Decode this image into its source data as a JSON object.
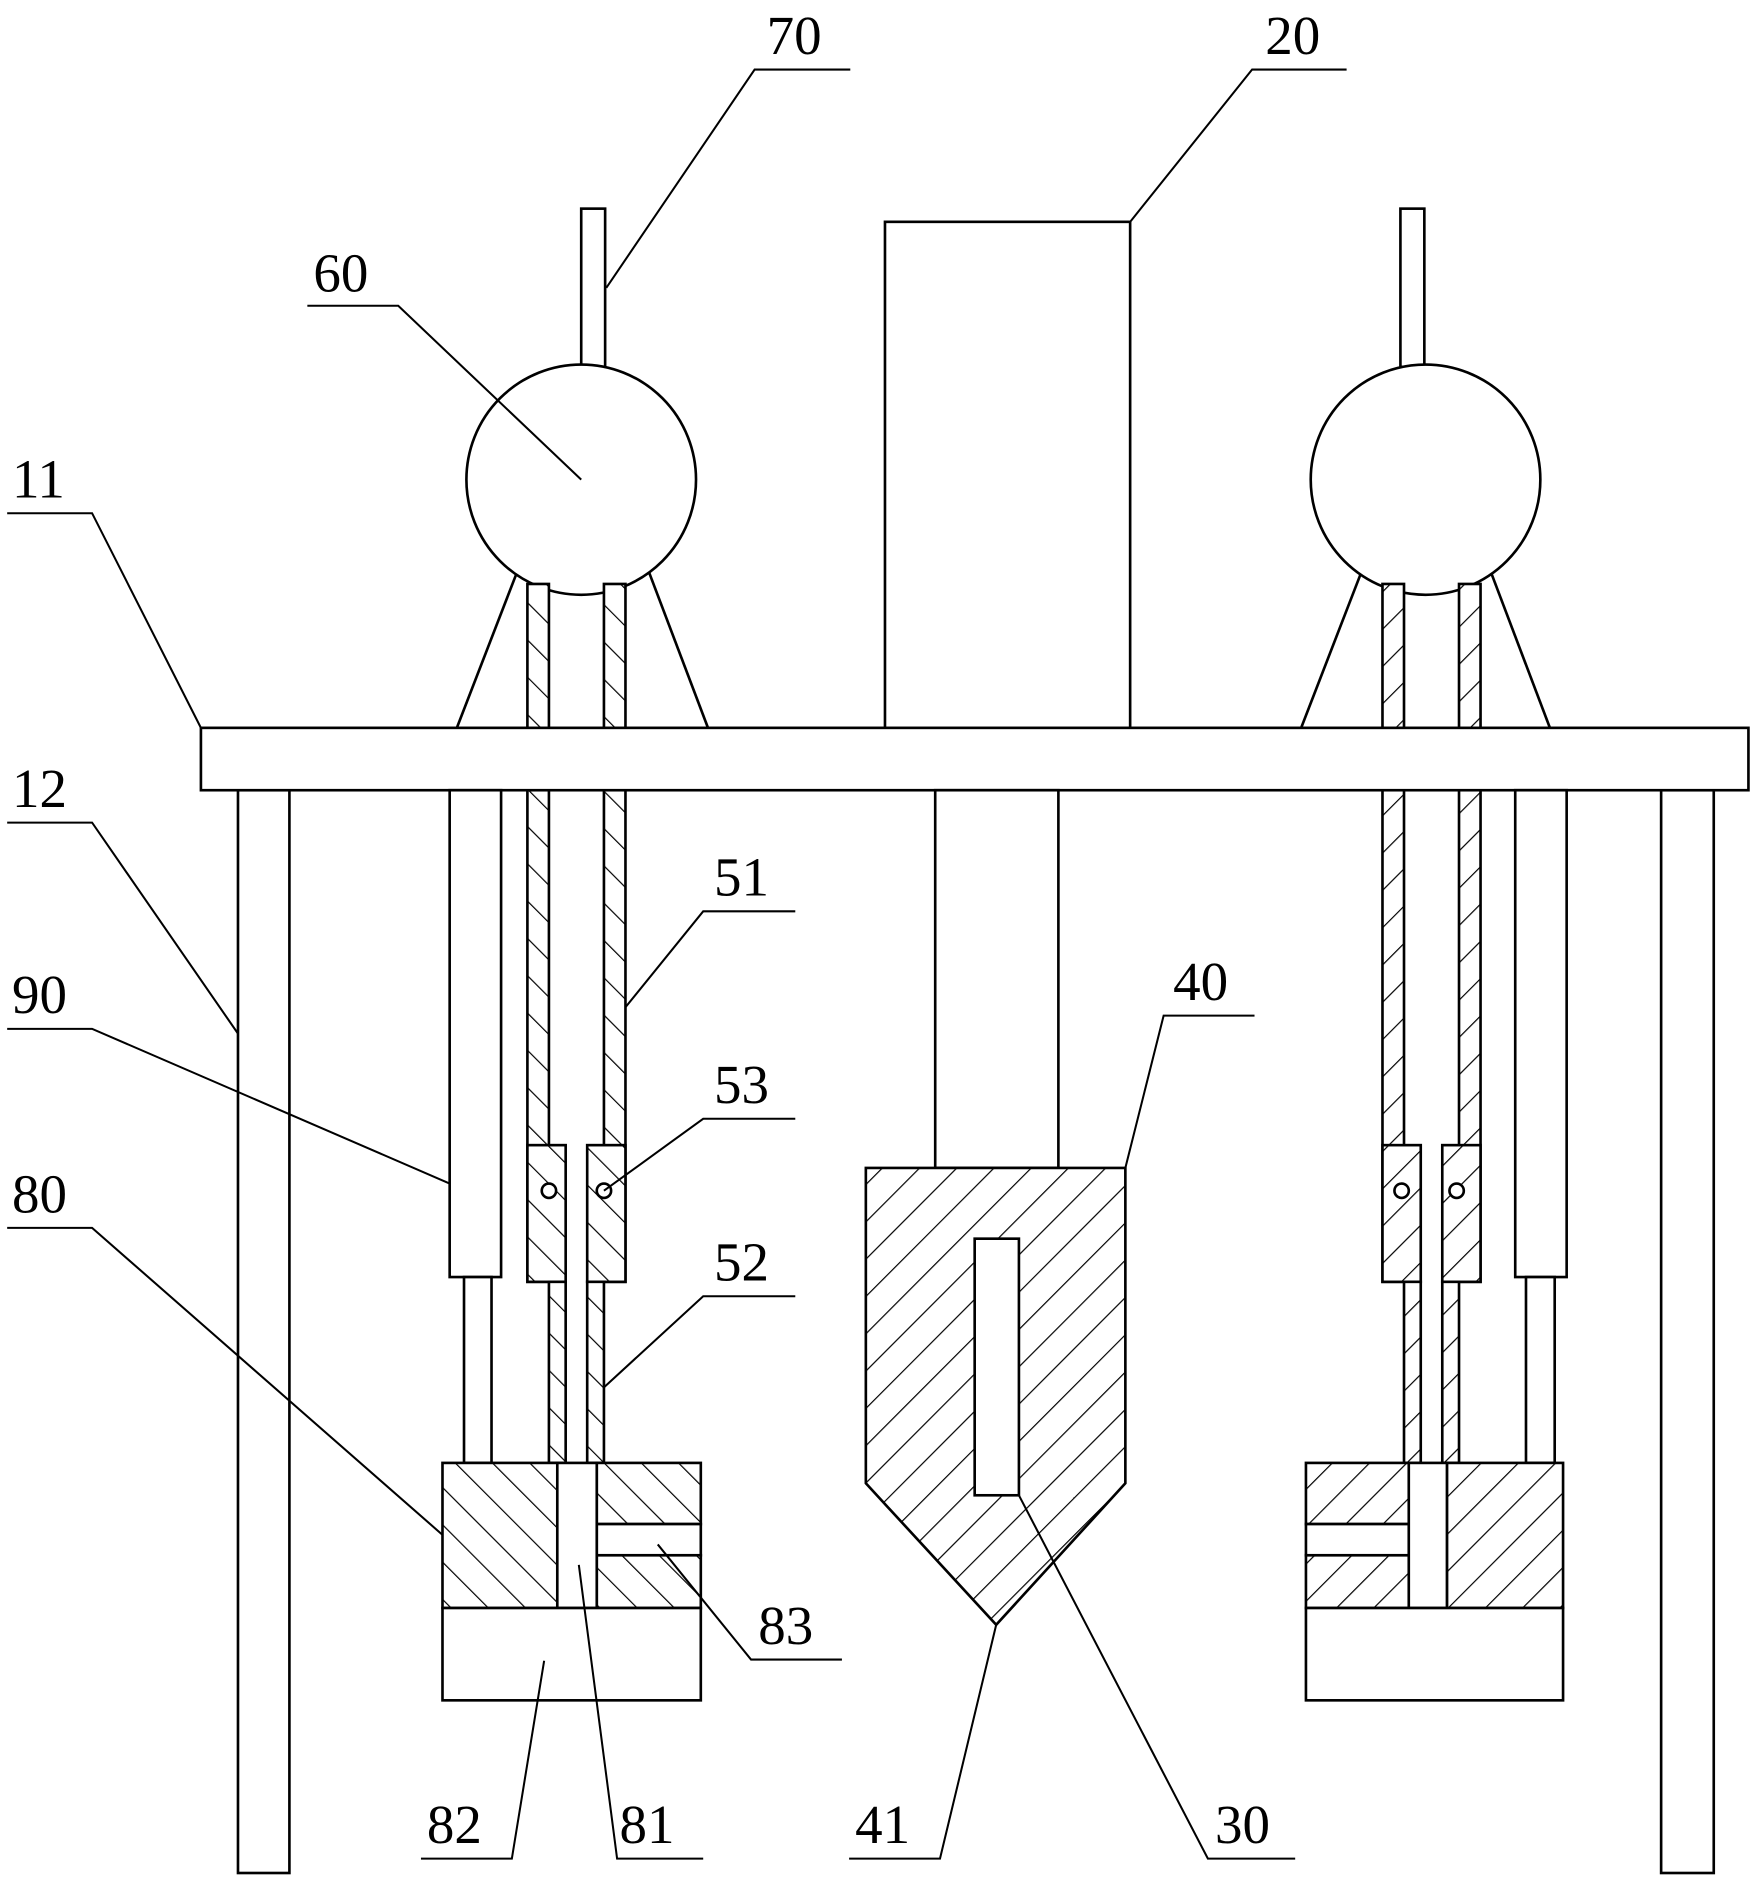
{
  "reference_numerals": {
    "n70": "70",
    "n20": "20",
    "n60": "60",
    "n11": "11",
    "n12": "12",
    "n51": "51",
    "n90": "90",
    "n40": "40",
    "n53": "53",
    "n80": "80",
    "n52": "52",
    "n83": "83",
    "n82": "82",
    "n81": "81",
    "n41": "41",
    "n30": "30"
  }
}
